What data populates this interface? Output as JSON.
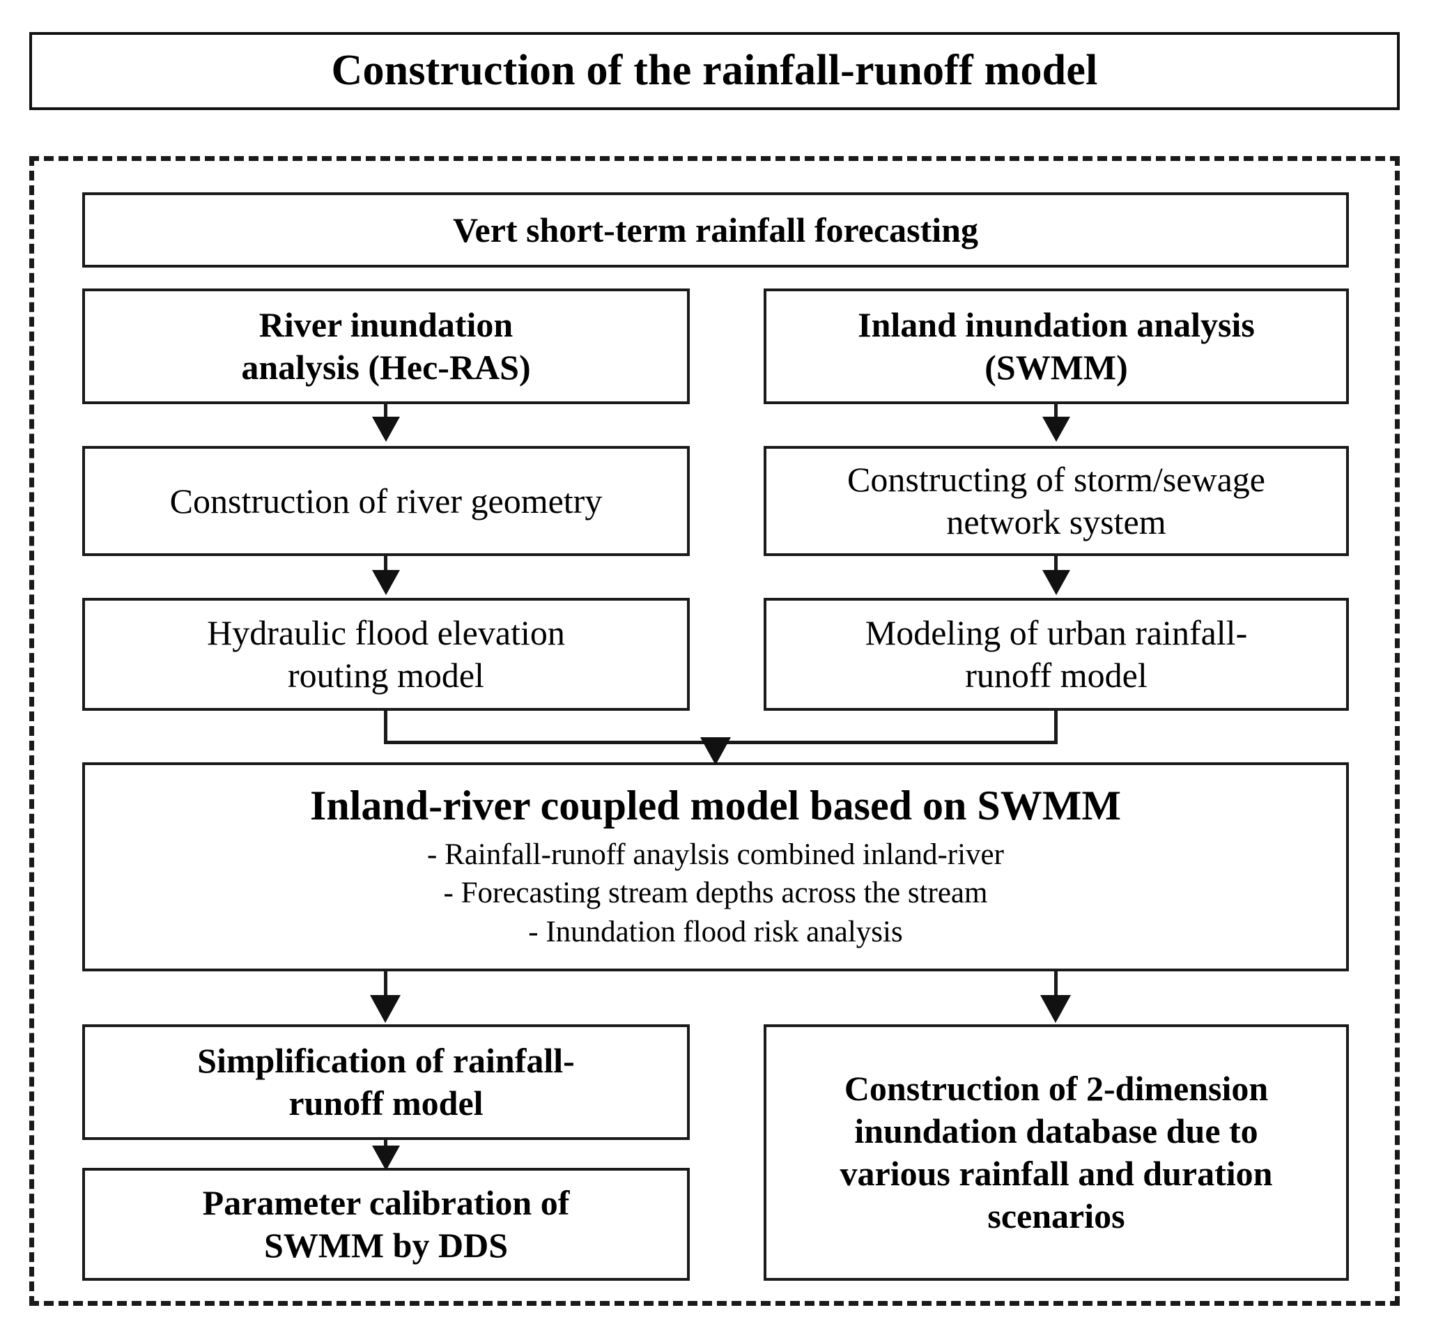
{
  "diagram": {
    "title": "Construction of the rainfall-runoff model",
    "container_label": "dashed-process-boundary",
    "nodes": {
      "forecast": "Vert short-term rainfall forecasting",
      "river_analysis": "River inundation\nanalysis (Hec-RAS)",
      "inland_analysis": "Inland inundation analysis\n(SWMM)",
      "river_geometry": "Construction of river geometry",
      "sewage_network": "Constructing of storm/sewage\nnetwork system",
      "hydraulic_routing": "Hydraulic flood elevation\nrouting model",
      "urban_runoff": "Modeling of urban rainfall-\nrunoff model",
      "coupled_heading": "Inland-river coupled model based on SWMM",
      "coupled_bullets": [
        "- Rainfall-runoff anaylsis combined inland-river",
        "- Forecasting stream depths across the stream",
        "- Inundation flood risk analysis"
      ],
      "simplification": "Simplification of rainfall-\nrunoff model",
      "parameter_calibration": "Parameter calibration of\nSWMM by DDS",
      "database_2d": "Construction of 2-dimension\ninundation database due to\nvarious rainfall and duration\nscenarios"
    },
    "colors": {
      "stroke": "#1a1a1a",
      "background": "#ffffff",
      "text": "#000000"
    }
  }
}
